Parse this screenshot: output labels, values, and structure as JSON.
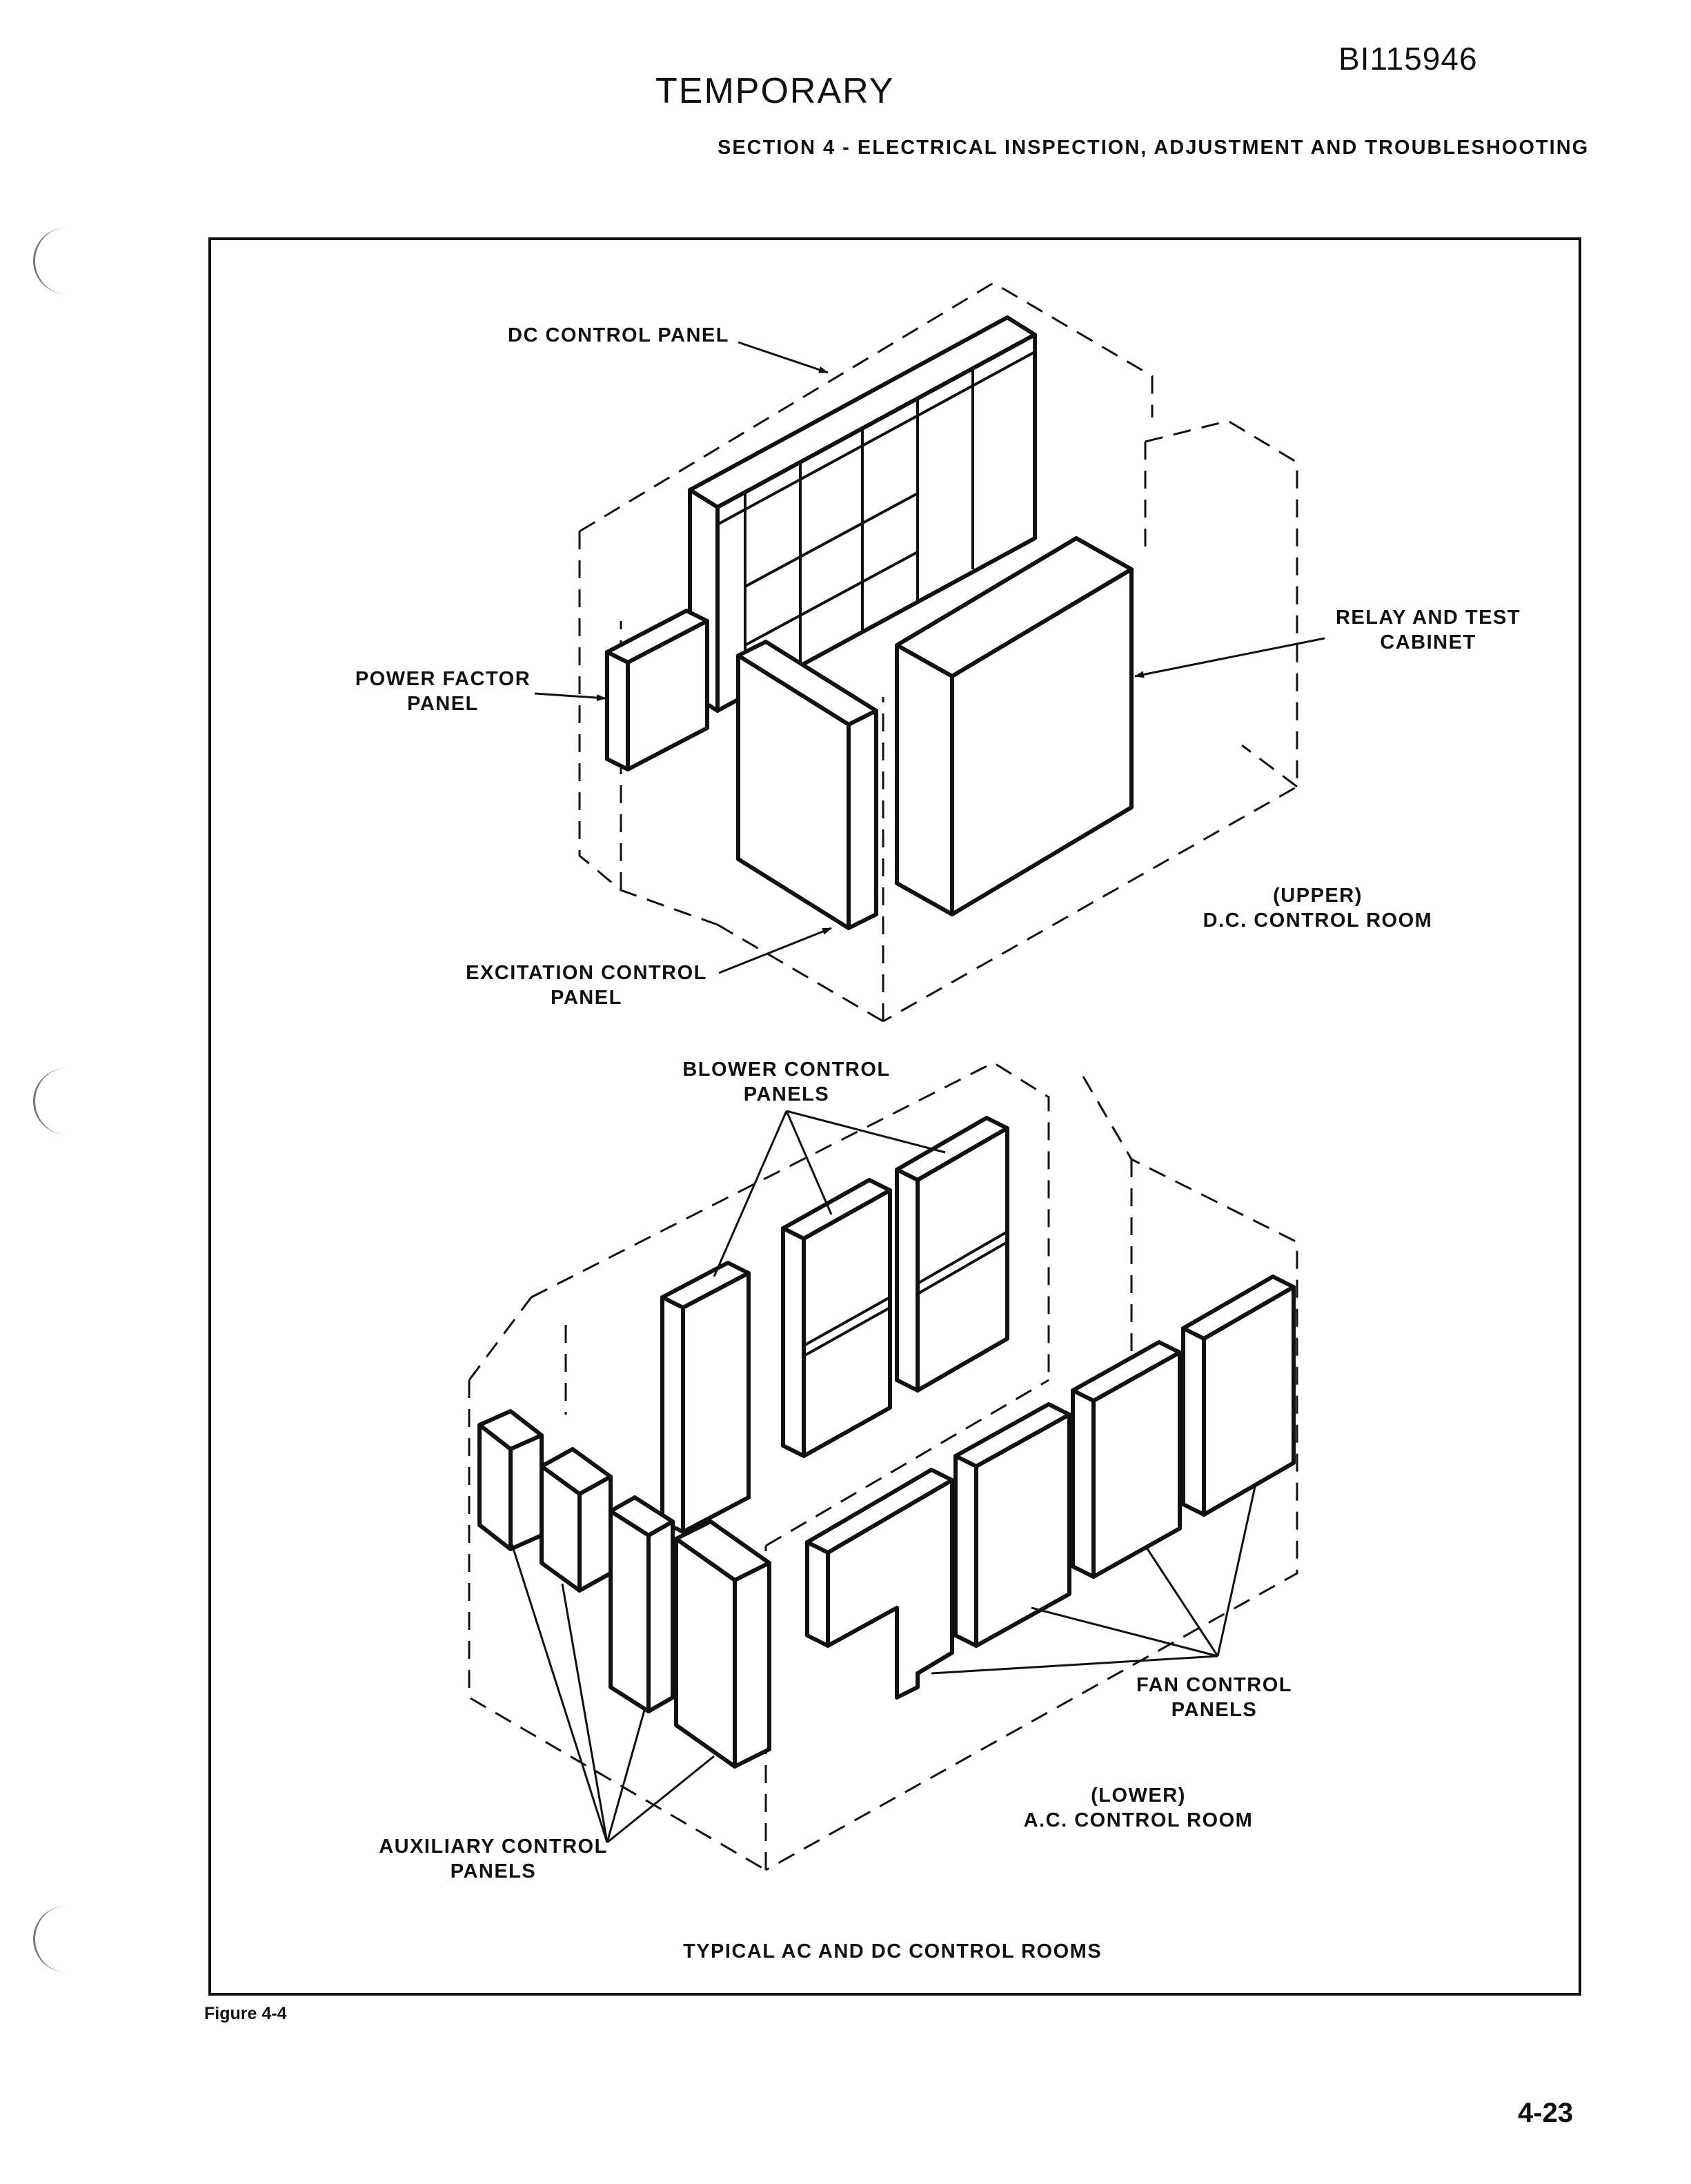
{
  "header": {
    "document_number": "BI115946",
    "status": "TEMPORARY",
    "section_title": "SECTION 4 - ELECTRICAL INSPECTION, ADJUSTMENT AND TROUBLESHOOTING"
  },
  "figure": {
    "upper_room": {
      "dc_control_panel": "DC CONTROL PANEL",
      "power_factor_panel": [
        "POWER FACTOR",
        "PANEL"
      ],
      "relay_and_test_cabinet": [
        "RELAY AND TEST",
        "CABINET"
      ],
      "excitation_control_panel": [
        "EXCITATION CONTROL",
        "PANEL"
      ],
      "room_label": [
        "(UPPER)",
        "D.C. CONTROL ROOM"
      ]
    },
    "lower_room": {
      "blower_control_panels": [
        "BLOWER CONTROL",
        "PANELS"
      ],
      "fan_control_panels": [
        "FAN CONTROL",
        "PANELS"
      ],
      "auxiliary_control_panels": [
        "AUXILIARY CONTROL",
        "PANELS"
      ],
      "room_label": [
        "(LOWER)",
        "A.C. CONTROL ROOM"
      ]
    },
    "caption": "TYPICAL AC AND DC CONTROL ROOMS",
    "figure_number": "Figure 4-4"
  },
  "footer": {
    "page_number": "4-23"
  }
}
